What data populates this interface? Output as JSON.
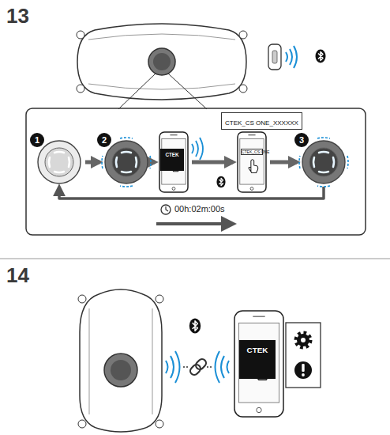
{
  "diagram": {
    "nodes": [
      {
        "text": [
          "1"
        ]
      },
      {
        "text": [
          "2"
        ]
      },
      {
        "text": [
          "CTEK"
        ]
      },
      {
        "text": [
          "CTEK_CS ONE_XXXXXX"
        ]
      },
      {
        "text": [
          "CTEK_CS ONE"
        ]
      },
      {
        "text": [
          "3"
        ]
      },
      {
        "text": [
          "CTEK"
        ]
      }
    ],
    "edges": [
      {
        "from": 0,
        "to": 1,
        "arrow": "to"
      },
      {
        "from": 1,
        "to": 2,
        "arrow": "to"
      },
      {
        "from": 2,
        "to": 4,
        "arrow": "to"
      },
      {
        "from": 4,
        "to": 5,
        "arrow": "to"
      },
      {
        "from": 5,
        "to": 0,
        "arrow": "to"
      }
    ],
    "labels": [
      "13",
      "14",
      "00h:02m:00s"
    ]
  }
}
